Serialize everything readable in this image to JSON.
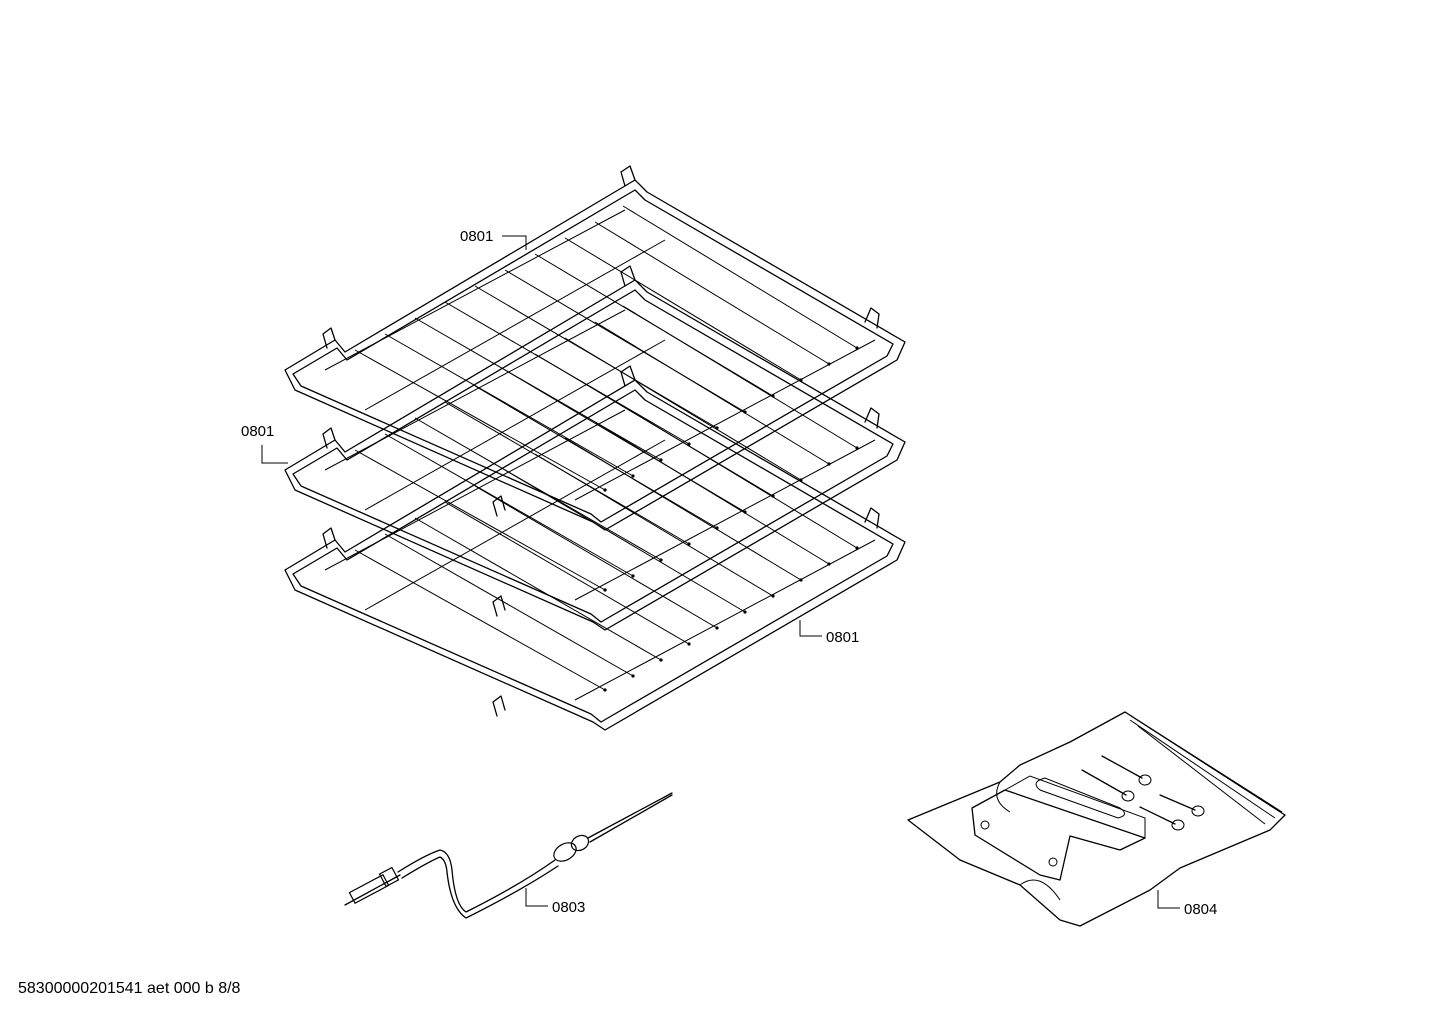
{
  "callouts": {
    "rack_top": "0801",
    "rack_middle": "0801",
    "rack_bottom": "0801",
    "probe": "0803",
    "kit": "0804"
  },
  "footer": {
    "reference": "58300000201541 aet 000 b 8/8"
  }
}
